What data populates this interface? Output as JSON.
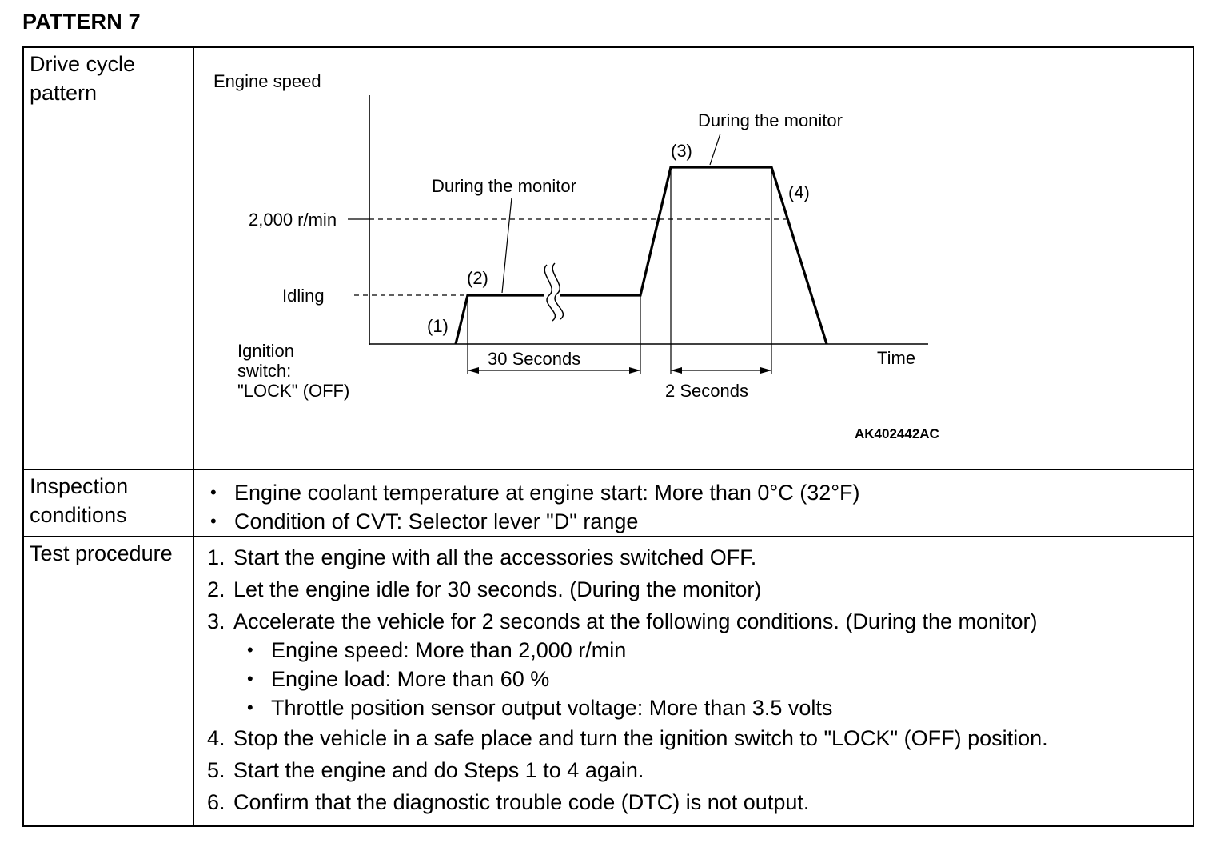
{
  "title": "PATTERN 7",
  "rows": {
    "drive_cycle": {
      "label": "Drive cycle pattern"
    },
    "inspection": {
      "label": "Inspection conditions",
      "items": [
        "Engine coolant temperature at engine start: More than 0°C (32°F)",
        "Condition of CVT: Selector lever \"D\" range"
      ]
    },
    "procedure": {
      "label": "Test procedure",
      "steps": [
        {
          "num": "1.",
          "text": "Start the engine with all the accessories switched OFF."
        },
        {
          "num": "2.",
          "text": "Let the engine idle for 30 seconds. (During the monitor)"
        },
        {
          "num": "3.",
          "text": "Accelerate the vehicle for 2 seconds at the following conditions. (During the monitor)"
        },
        {
          "num": "4.",
          "text": "Stop the vehicle in a safe place and turn the ignition switch to \"LOCK\" (OFF) position."
        },
        {
          "num": "5.",
          "text": "Start the engine and do Steps 1 to 4 again."
        },
        {
          "num": "6.",
          "text": "Confirm that the diagnostic trouble code (DTC) is not output."
        }
      ],
      "step3_sub": [
        "Engine speed: More than 2,000 r/min",
        "Engine load: More than 60 %",
        "Throttle position sensor output voltage: More than 3.5 volts"
      ]
    }
  },
  "diagram": {
    "y_axis_label": "Engine speed",
    "x_axis_label": "Time",
    "level_2000": "2,000 r/min",
    "level_idle": "Idling",
    "ignition_lines": [
      "Ignition",
      "switch:",
      "\"LOCK\" (OFF)"
    ],
    "point_1": "(1)",
    "point_2": "(2)",
    "point_3": "(3)",
    "point_4": "(4)",
    "monitor_label_1": "During the monitor",
    "monitor_label_2": "During the monitor",
    "duration_1": "30 Seconds",
    "duration_2": "2 Seconds",
    "figure_code": "AK402442AC"
  }
}
